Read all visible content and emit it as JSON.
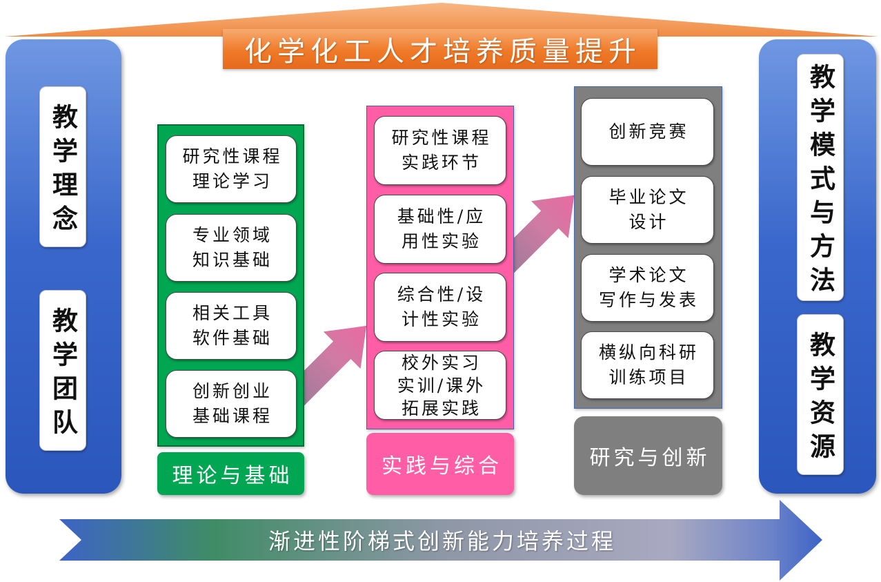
{
  "title": "化学化工人才培养质量提升",
  "left_pillar": [
    "教学理念",
    "教学团队"
  ],
  "right_pillar": [
    "教学模式与方法",
    "教学资源"
  ],
  "stages": [
    {
      "label": "理论与基础",
      "items": [
        "研究性课程\n理论学习",
        "专业领域\n知识基础",
        "相关工具\n软件基础",
        "创新创业\n基础课程"
      ]
    },
    {
      "label": "实践与综合",
      "items": [
        "研究性课程\n实践环节",
        "基础性/应\n用性实验",
        "综合性/设\n计性实验",
        "校外实习\n实训/课外\n拓展实践"
      ]
    },
    {
      "label": "研究与创新",
      "items": [
        "创新竞赛",
        "毕业论文\n设计",
        "学术论文\n写作与发表",
        "横纵向科研\n训练项目"
      ]
    }
  ],
  "progress_arrow": {
    "text": "渐进性阶梯式创新能力培养过程"
  },
  "colors": {
    "roof_orange": "#f08b45",
    "banner_orange": "#ef7a28",
    "pillar_blue": "#3a67cb",
    "theory_green": "#00a651",
    "practice_pink": "#ff5ea6",
    "research_gray": "#7f7f7f",
    "connector_pink": "#e96aa2",
    "progress_blue": "#3d63c6",
    "progress_green": "#3f8c66"
  }
}
